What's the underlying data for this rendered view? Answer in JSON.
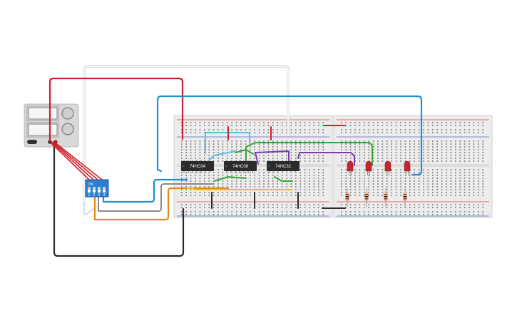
{
  "power_supply": {
    "name": "power-supply",
    "channels": 2
  },
  "dip_switch": {
    "label_on": "ON",
    "positions": [
      "1",
      "2",
      "3",
      "4"
    ],
    "state": [
      true,
      true,
      true,
      true
    ]
  },
  "chips": [
    {
      "label": "74HC04"
    },
    {
      "label": "74HC08"
    },
    {
      "label": "74HC32"
    }
  ],
  "leds": {
    "count": 4,
    "color": "#c0282d"
  },
  "resistors": {
    "count": 4
  },
  "colors": {
    "red_wire": "#d0202a",
    "black_wire": "#2a2a2a",
    "blue_wire": "#1f8fd0",
    "white_wire": "#e8e8e8",
    "orange_wire": "#e88a12",
    "yellow_wire": "#e8c020",
    "green_wire": "#3aa43a",
    "purple_wire": "#7a3cb0",
    "gray_wire": "#8a8a8a",
    "chip_body": "#2b2b2b",
    "breadboard": "#e9e9e9",
    "rail_red": "#d9463c",
    "rail_blue": "#3b6fc4",
    "dip_body": "#2b7fd0"
  }
}
